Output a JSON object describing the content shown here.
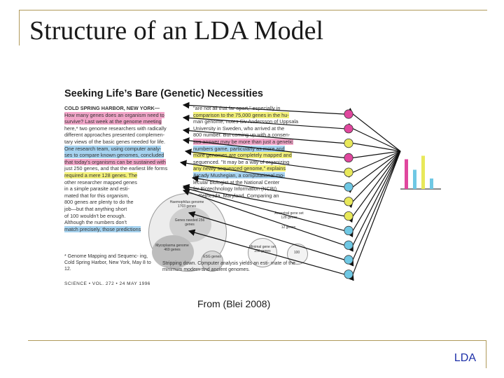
{
  "slide": {
    "title": "Structure of an LDA Model",
    "credit": "From (Blei 2008)",
    "footer": "LDA"
  },
  "figure": {
    "heading": "Seeking Life’s Bare (Genetic) Necessities",
    "left_lines": [
      "COLD SPRING HARBOR, NEW YORK—",
      "How many genes does an organism need to",
      "survive? Last week at the genome meeting",
      "here,* two genome researchers with radically",
      "different approaches presented complemen-",
      "tary views of the basic genes needed for life.",
      "One research team, using computer analy-",
      "ses to compare known genomes, concluded",
      "that today's organisms can be sustained with",
      "just 250 genes, and that the earliest life forms",
      "required a mere 128 genes. The",
      "other researcher mapped genes",
      "in a simple parasite and esti-",
      "mated that for this organism,",
      "800 genes are plenty to do the",
      "job—but that anything short",
      "of 100 wouldn't be enough.",
      "Although the numbers don't",
      "match precisely, those predictions"
    ],
    "right_lines": [
      "\"are not all that far apart,\" especially in",
      "comparison to the 75,000 genes in the hu-",
      "man genome, notes Siv Andersson of Uppsala",
      "University in Sweden, who arrived at the",
      "800 number. But coming up with a consen-",
      "sus answer may be more than just a genetic",
      "numbers game, particularly as more and",
      "more genomes are completely mapped and",
      "sequenced. \"It may be a way of organizing",
      "any newly sequenced genome,\" explains",
      "Arcady Mushegian, a computational mo-",
      "lecular biologist at the National Center",
      "for Biotechnology Information (NCBI)",
      "in Bethesda, Maryland. Comparing an"
    ],
    "diagram_labels": {
      "haemophilus": "Haemophilus genome 1703 genes",
      "mycoplasma": "Mycoplasma genome 469 genes",
      "genes_needed": "Genes needed 256 genes",
      "esg": "ESG genes",
      "minimal": "Minimal gene set 250 genes",
      "ancestral": "Ancestral gene set 128 genes",
      "new_label": "12 genes",
      "n100": "100"
    },
    "footnote": "* Genome Mapping and Sequenc- ing, Cold Spring Harbor, New York, May 8 to 12.",
    "science_line": "SCIENCE • VOL. 272 • 24 MAY 1996",
    "caption": "Stripping down. Computer analysis yields an esti- mate of the minimum modern and ancient genomes."
  },
  "topic_nodes": {
    "colors": [
      "#e0479e",
      "#e0479e",
      "#e8e85a",
      "#e0479e",
      "#e8e85a",
      "#6fc8e4",
      "#e8e85a",
      "#e8e85a",
      "#6fc8e4",
      "#6fc8e4",
      "#6fc8e4",
      "#6fc8e4"
    ]
  },
  "topic_bars": {
    "values": [
      0.85,
      0.55,
      0.95,
      0.3
    ],
    "colors": [
      "#e0479e",
      "#6fc8e4",
      "#e8e85a",
      "#6fc8e4"
    ]
  },
  "colors": {
    "frame": "#b09a5a",
    "footer_text": "#1c2fa8"
  }
}
